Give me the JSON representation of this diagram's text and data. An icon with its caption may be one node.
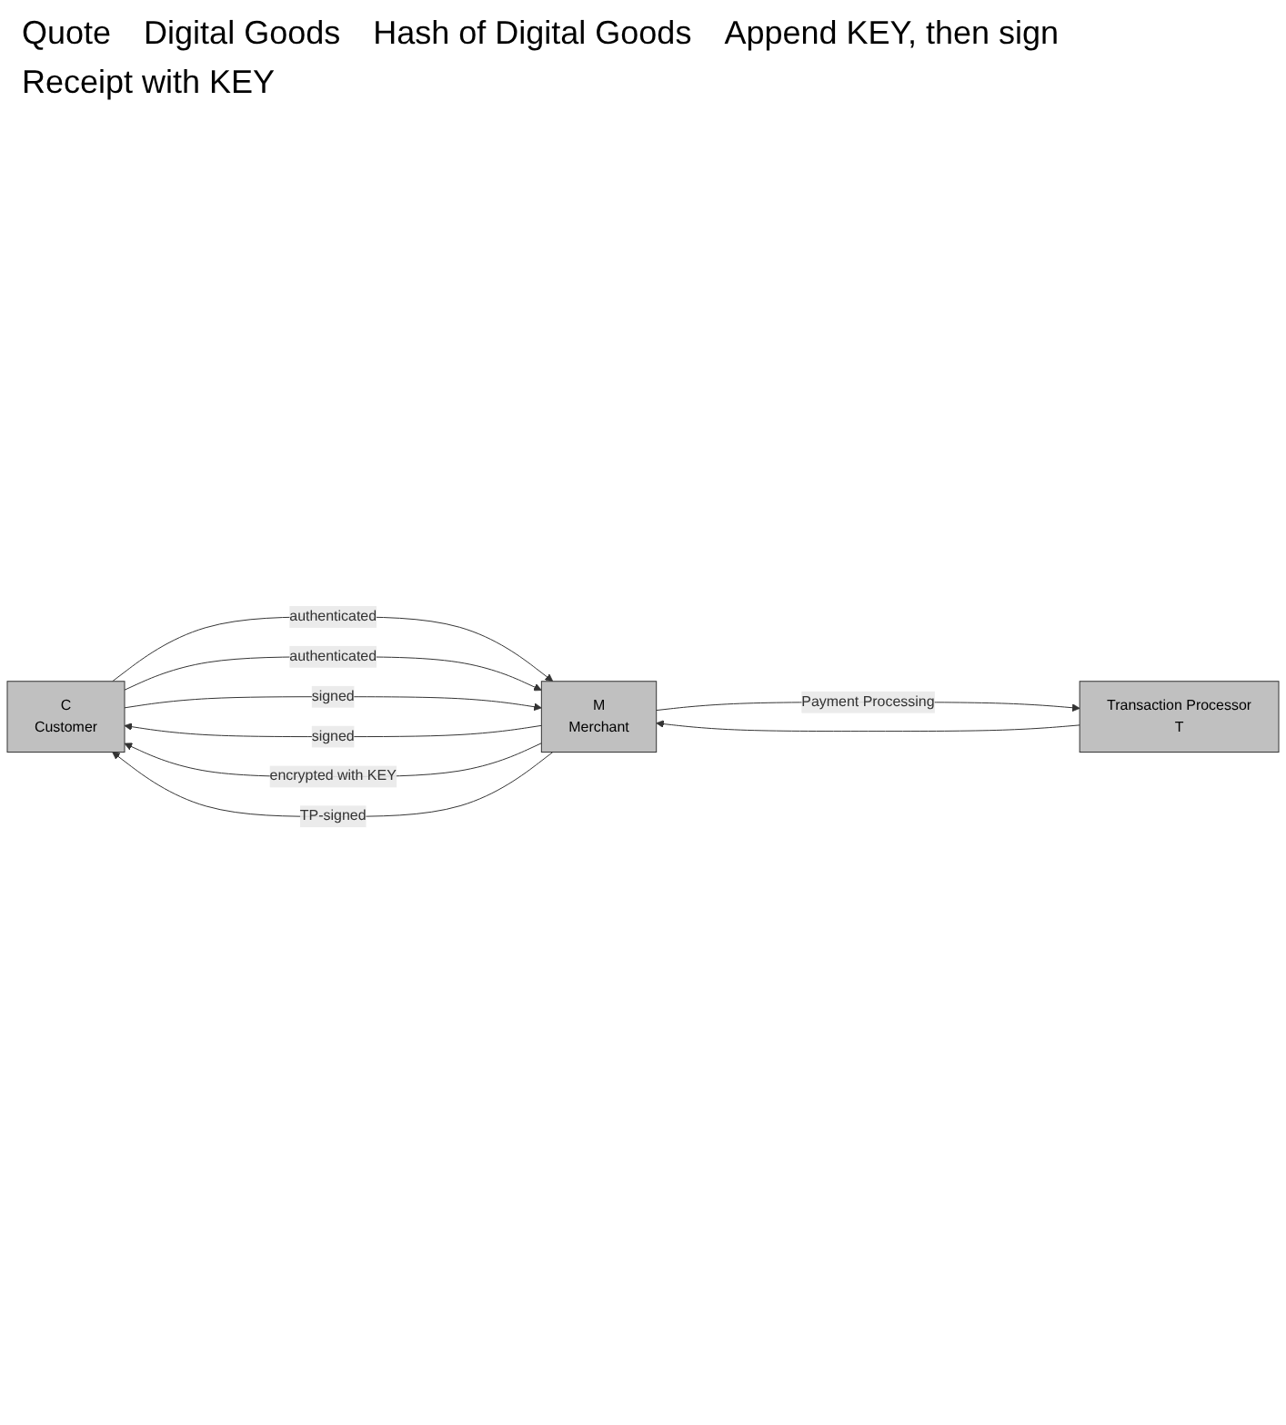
{
  "diagram": {
    "nodes": [
      {
        "text": [
          "C",
          "Customer"
        ]
      },
      {
        "text": [
          "M",
          "Merchant"
        ]
      },
      {
        "text": [
          "Transaction Processor",
          "T"
        ]
      }
    ],
    "edges": [
      {
        "from": 0,
        "to": 1,
        "arrow": "to",
        "label": "authenticated"
      },
      {
        "from": 1,
        "to": 0,
        "arrow": "to",
        "label": "signed"
      },
      {
        "from": 0,
        "to": 1,
        "arrow": "to",
        "label": "authenticated"
      },
      {
        "from": 1,
        "to": 0,
        "arrow": "to",
        "label": "encrypted with KEY"
      },
      {
        "from": 0,
        "to": 1,
        "arrow": "to",
        "label": "signed"
      },
      {
        "from": 1,
        "to": 0,
        "arrow": "to",
        "label": "TP-signed"
      },
      {
        "from": 1,
        "to": 2,
        "arrow": "to",
        "label": "Payment Processing"
      },
      {
        "from": 2,
        "to": 1,
        "arrow": "to"
      }
    ],
    "labels": [
      "Quote",
      "Digital Goods",
      "Hash of Digital Goods",
      "Append KEY, then sign",
      "Receipt with KEY"
    ]
  }
}
